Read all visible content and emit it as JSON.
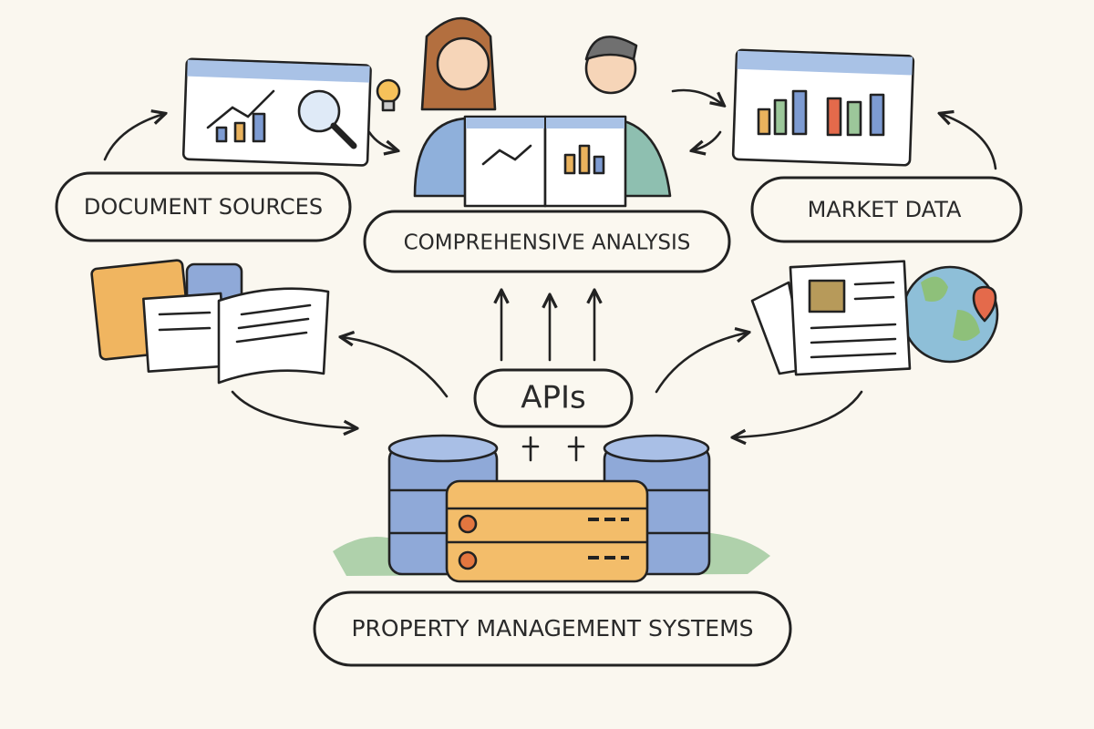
{
  "labels": {
    "document_sources": "DOCUMENT SOURCES",
    "comprehensive_analysis": "COMPREHENSIVE ANALYSIS",
    "market_data": "MARKET DATA",
    "apis": "APIs",
    "property_management_systems": "PROPERTY MANAGEMENT SYSTEMS"
  },
  "colors": {
    "background": "#faf7ef",
    "database_blue": "#8fa9d8",
    "server_orange": "#f3bd6a",
    "grass_green": "#9cc79a",
    "ink": "#222222"
  },
  "icons": [
    "browser-chart-magnifier-icon",
    "lightbulb-icon",
    "people-reading-report-icon",
    "browser-bar-chart-icon",
    "folders-documents-icon",
    "newspaper-globe-icon",
    "database-icon",
    "server-icon"
  ]
}
